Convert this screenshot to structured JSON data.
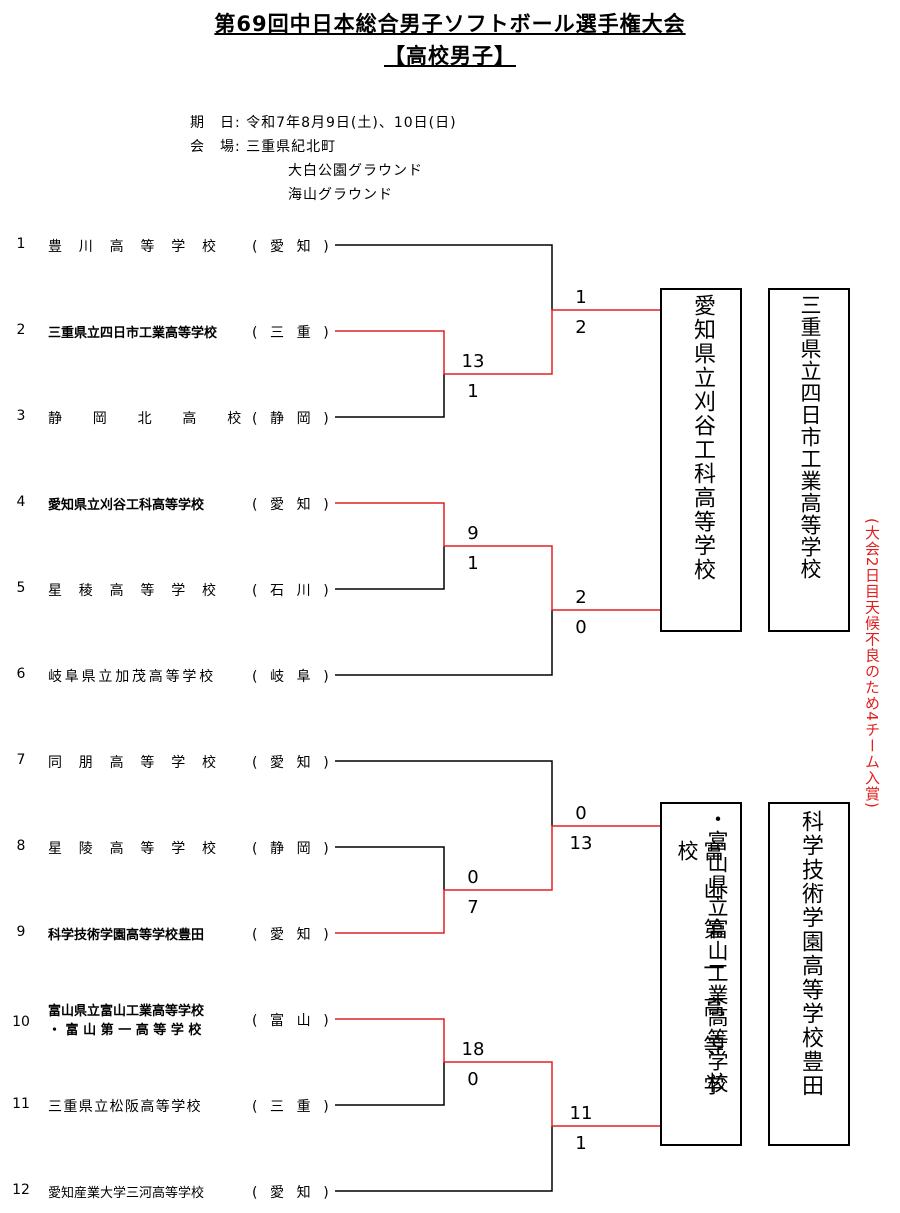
{
  "title": "第69回中日本総合男子ソフトボール選手権大会",
  "subtitle": "【高校男子】",
  "info": {
    "date_label": "期　日:",
    "date_value": "令和7年8月9日(土)、10日(日)",
    "venue_label": "会　場:",
    "venue_value": "三重県紀北町",
    "ground1": "大白公園グラウンド",
    "ground2": "海山グラウンド"
  },
  "teams": [
    {
      "num": "1",
      "name": "豊川高等学校",
      "pref": "(愛知)"
    },
    {
      "num": "2",
      "name": "三重県立四日市工業高等学校",
      "pref": "(三重)"
    },
    {
      "num": "3",
      "name": "静岡北高校",
      "pref": "(静岡)"
    },
    {
      "num": "4",
      "name": "愛知県立刈谷工科高等学校",
      "pref": "(愛知)"
    },
    {
      "num": "5",
      "name": "星稜高等学校",
      "pref": "(石川)"
    },
    {
      "num": "6",
      "name": "岐阜県立加茂高等学校",
      "pref": "(岐阜)"
    },
    {
      "num": "7",
      "name": "同朋高等学校",
      "pref": "(愛知)"
    },
    {
      "num": "8",
      "name": "星陵高等学校",
      "pref": "(静岡)"
    },
    {
      "num": "9",
      "name": "科学技術学園高等学校豊田",
      "pref": "(愛知)"
    },
    {
      "num": "10",
      "name_line1": "富山県立富山工業高等学校",
      "name_line2": "・富山第一高等学校",
      "pref": "(富山)"
    },
    {
      "num": "11",
      "name": "三重県立松阪高等学校",
      "pref": "(三重)"
    },
    {
      "num": "12",
      "name": "愛知産業大学三河高等学校",
      "pref": "(愛知)"
    }
  ],
  "scores": {
    "m1_top": "13",
    "m1_bot": "1",
    "m2_top": "9",
    "m2_bot": "1",
    "m3_top": "1",
    "m3_bot": "2",
    "m4_top": "2",
    "m4_bot": "0",
    "m5_top": "0",
    "m5_bot": "7",
    "m6_top": "18",
    "m6_bot": "0",
    "m7_top": "0",
    "m7_bot": "13",
    "m8_top": "11",
    "m8_bot": "1"
  },
  "finalists": {
    "box1": "愛知県立刈谷工科高等学校",
    "box2": "三重県立四日市工業高等学校",
    "box3_col1": "・富山県立富山工業高等学校",
    "box3_col2": "富山第一高等学校",
    "box4": "科学技術学園高等学校豊田"
  },
  "note": "(大会2日目天候不良のため4チーム入賞)",
  "colors": {
    "win_line": "#e02020",
    "line": "#000000",
    "note": "#e02020"
  }
}
